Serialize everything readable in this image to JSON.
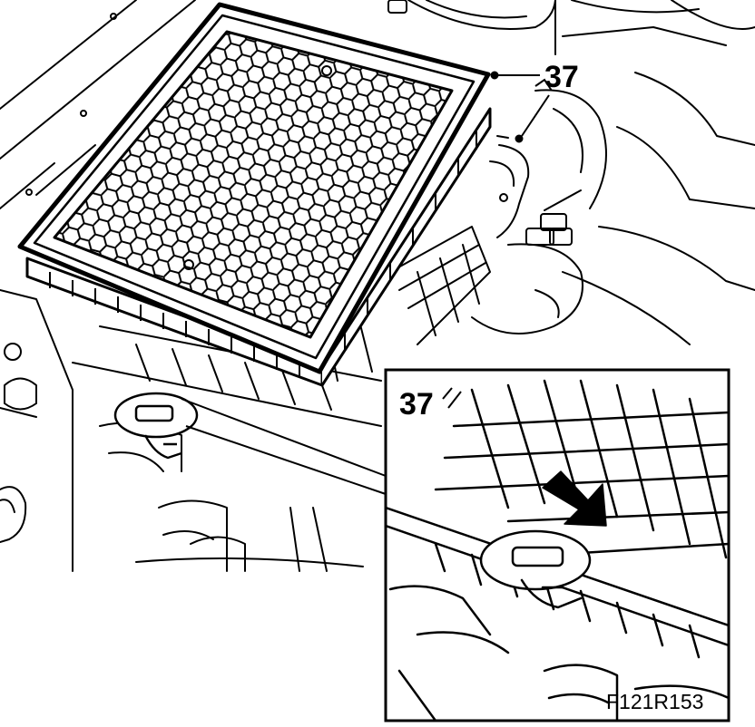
{
  "figure": {
    "callout_number": "37",
    "inset_callout_number": "37",
    "figure_code": "F121R153"
  },
  "colors": {
    "line": "#000000",
    "paper": "#ffffff"
  }
}
